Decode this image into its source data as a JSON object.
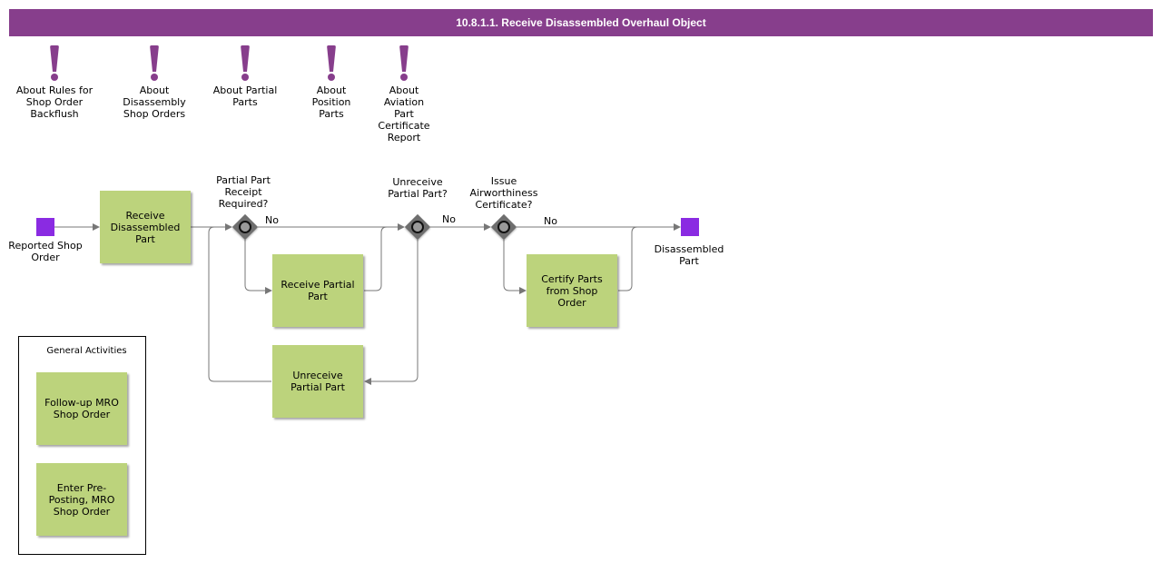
{
  "title": "10.8.1.1. Receive Disassembled Overhaul Object",
  "accent_color": "#873e8c",
  "task_color": "#bcd37c",
  "event_color": "#8a2be2",
  "notes": [
    "About Rules for Shop Order Backflush",
    "About Disassembly Shop Orders",
    "About Partial Parts",
    "About Position Parts",
    "About Aviation Part Certificate Report"
  ],
  "events": {
    "start": "Reported Shop Order",
    "end": "Disassembled Part"
  },
  "tasks": {
    "receive_disassembled_part": "Receive Disassembled Part",
    "receive_partial_part": "Receive Partial Part",
    "unreceive_partial_part": "Unreceive Partial Part",
    "certify_parts": "Certify Parts from Shop Order"
  },
  "gateways": {
    "partial_receipt": "Partial Part Receipt Required?",
    "unreceive": "Unreceive Partial Part?",
    "airworthiness": "Issue Airworthiness Certificate?"
  },
  "edge_labels": {
    "no1": "No",
    "no2": "No",
    "no3": "No"
  },
  "group": {
    "title": "General Activities",
    "tasks": [
      "Follow-up MRO Shop Order",
      "Enter Pre-Posting, MRO Shop Order"
    ]
  }
}
